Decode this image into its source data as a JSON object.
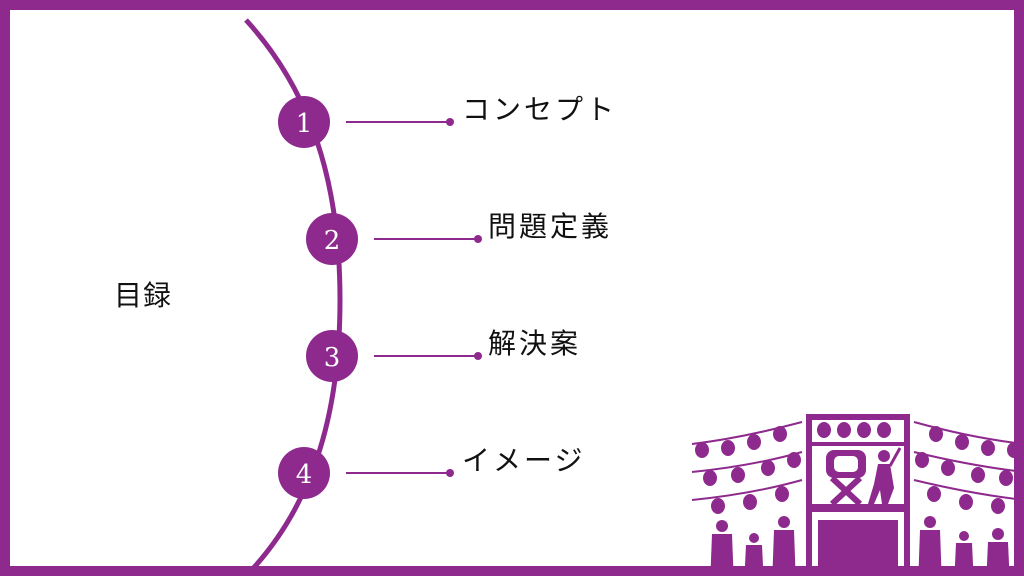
{
  "slide": {
    "title": "目録",
    "accent_color": "#8e2a8e",
    "items": [
      {
        "number": "1",
        "label": "コンセプト"
      },
      {
        "number": "2",
        "label": "問題定義"
      },
      {
        "number": "3",
        "label": "解決案"
      },
      {
        "number": "4",
        "label": "イメージ"
      }
    ],
    "illustration": "festival-yagura-silhouette-icon"
  }
}
